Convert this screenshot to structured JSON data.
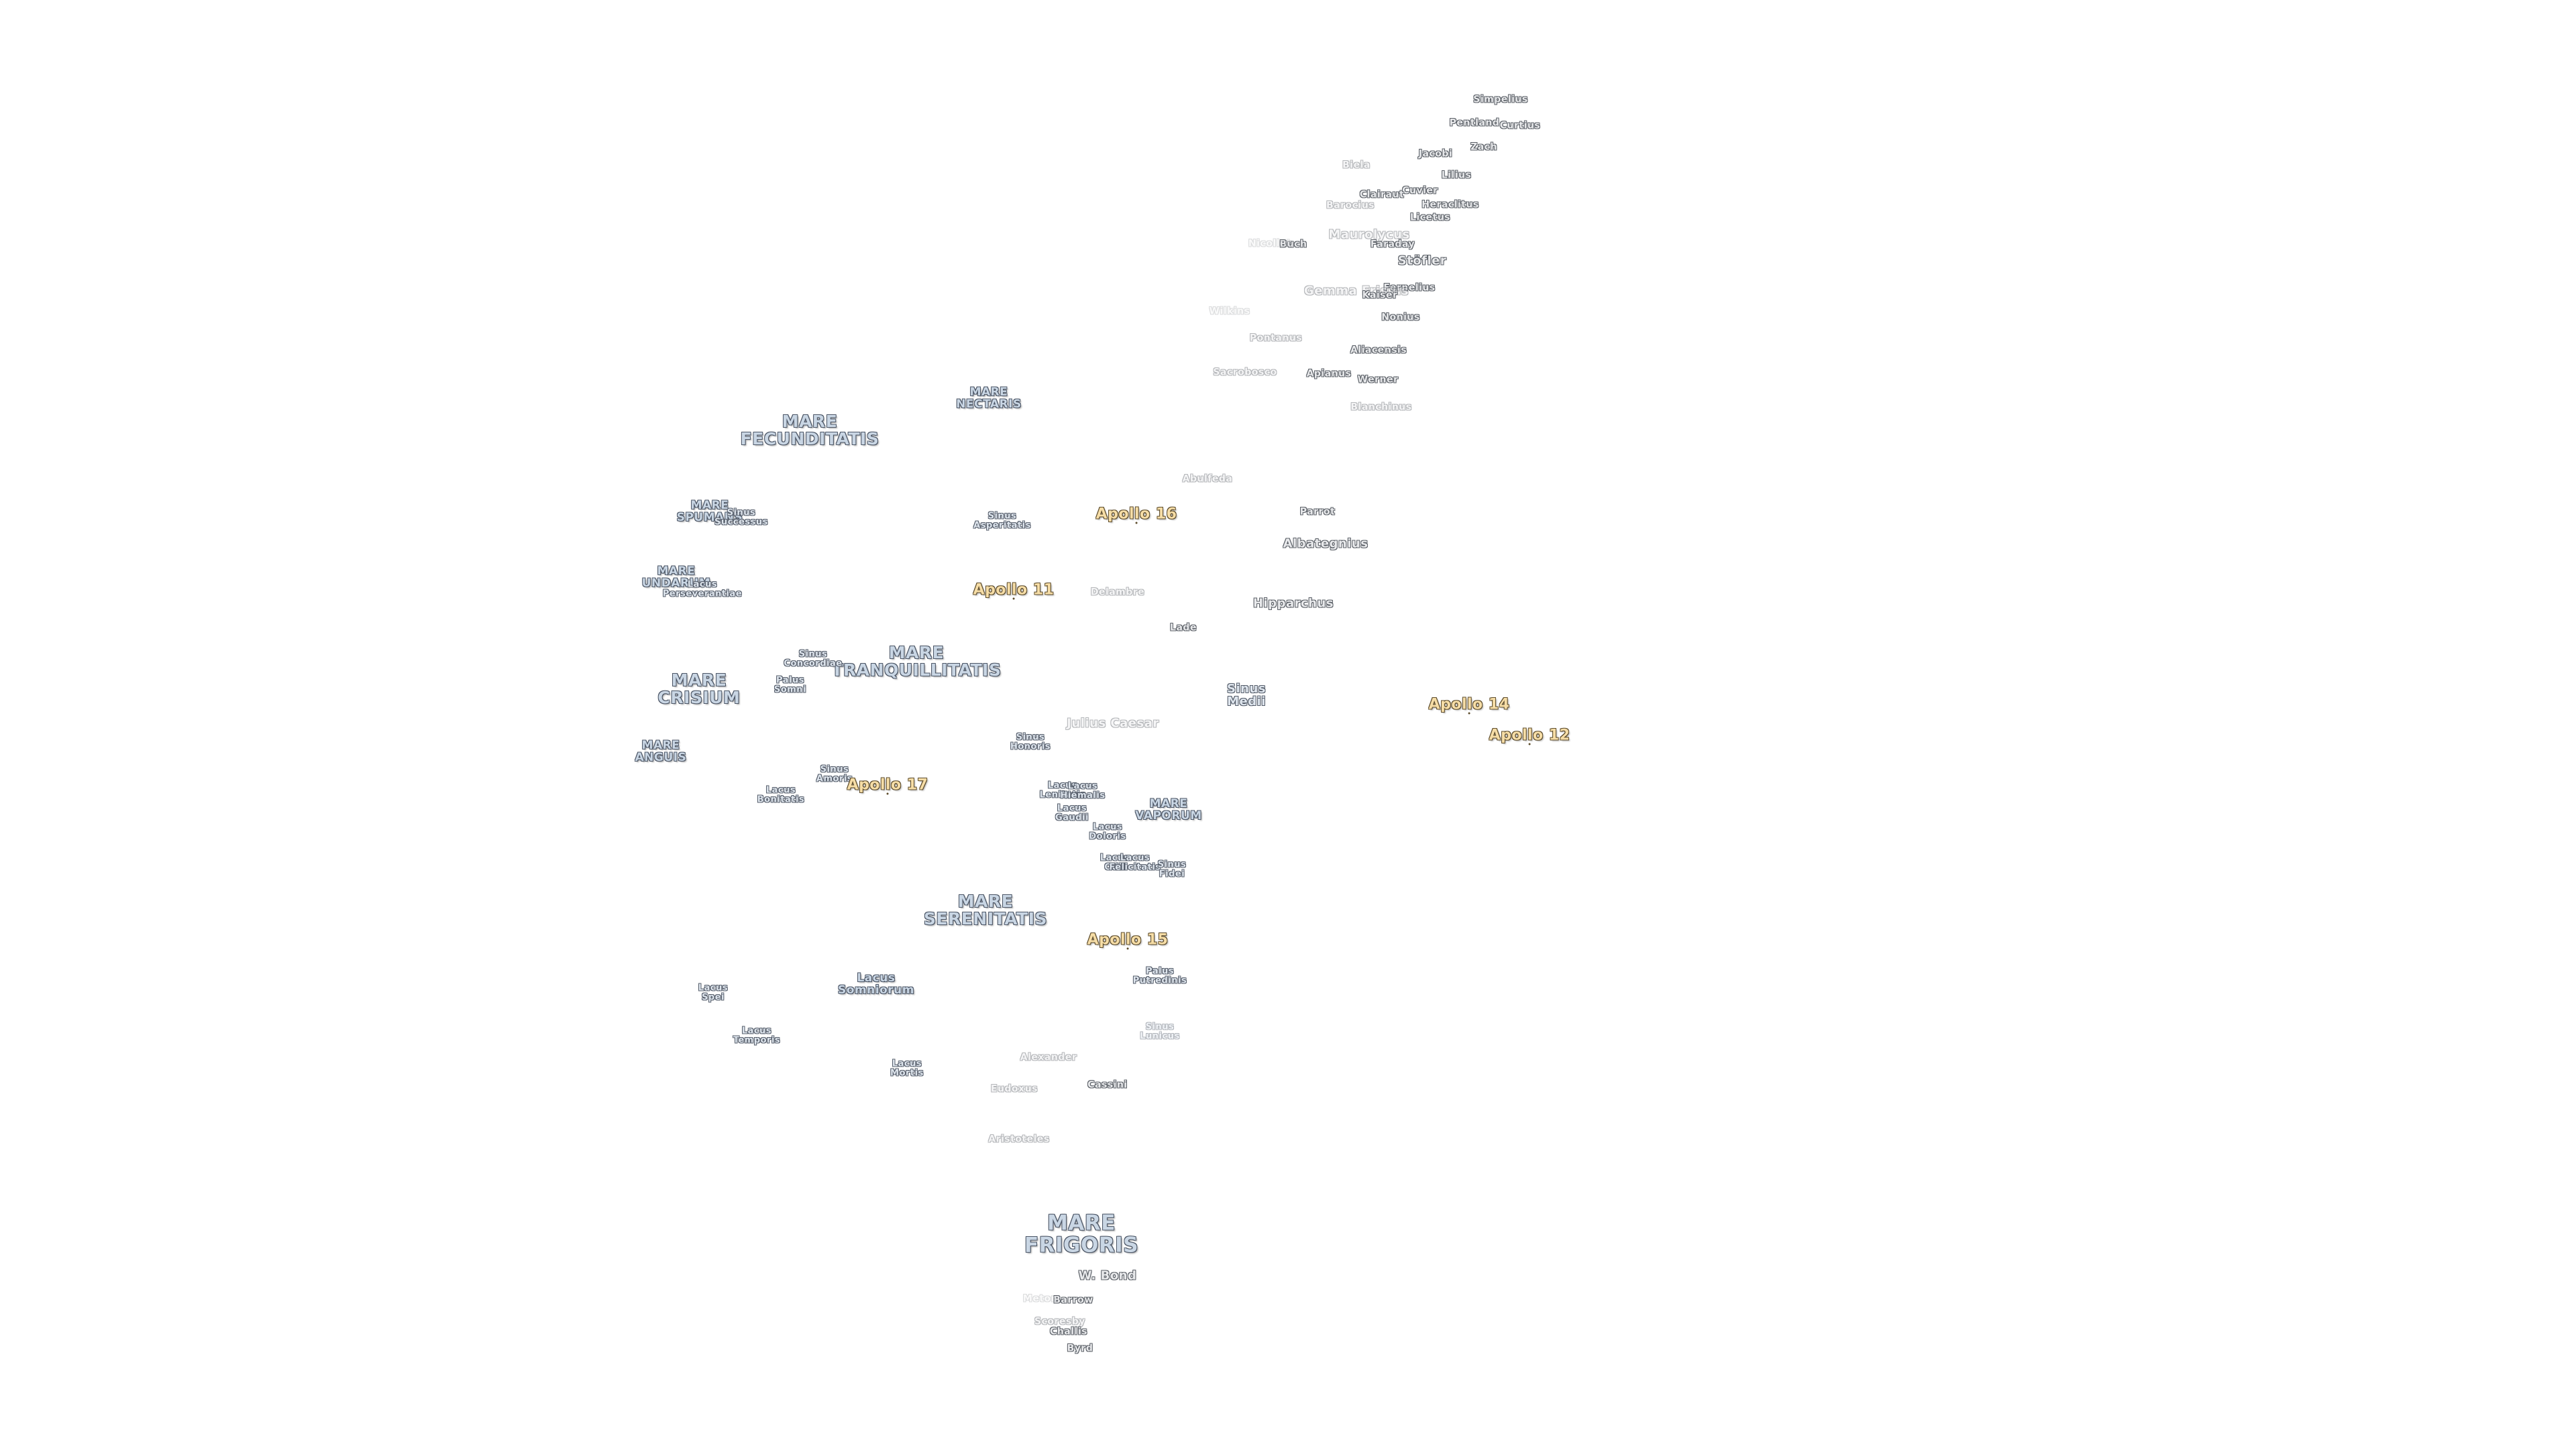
{
  "map": {
    "maria": {
      "fecunditatis": "MARE\nFECUNDITATIS",
      "nectaris": "MARE\nNECTARIS",
      "spumans": "MARE\nSPUMANS",
      "undarum": "MARE\nUNDARUM",
      "tranquillitatis": "MARE\nTRANQUILLITATIS",
      "crisium": "MARE\nCRISIUM",
      "anguis": "MARE\nANGUIS",
      "vaporum": "MARE\nVAPORUM",
      "serenitatis": "MARE\nSERENITATIS",
      "frigoris": "MARE\nFRIGORIS"
    },
    "features": {
      "sinus_successus": "Sinus\nSuccessus",
      "sinus_asperitatis": "Sinus\nAsperitatis",
      "lacus_perseverantiae": "Lacus\nPerseverantiae",
      "sinus_concordiae": "Sinus\nConcordiae",
      "palus_somni": "Palus\nSomni",
      "sinus_medii": "Sinus\nMedii",
      "sinus_honoris": "Sinus\nHonoris",
      "sinus_amoris": "Sinus\nAmoris",
      "lacus_bonitatis": "Lacus\nBonitatis",
      "lacus_lenitatis": "Lacus\nLenitatis",
      "lacus_hiemalis": "Lacus\nHiemalis",
      "lacus_gaudii": "Lacus\nGaudii",
      "lacus_doloris": "Lacus\nDoloris",
      "lacus_odii": "Lacus\nOdii",
      "lacus_felicitatis": "Lacus\nFelicitatis",
      "sinus_fidei": "Sinus\nFidei",
      "palus_putredinis": "Palus\nPutredinis",
      "lacus_somniorum": "Lacus\nSomniorum",
      "lacus_spei": "Lacus\nSpei",
      "lacus_temporis": "Lacus\nTemporis",
      "sinus_lunicus": "Sinus\nLunicus",
      "lacus_mortis": "Lacus\nMortis"
    },
    "apollo": {
      "a16": "Apollo 16",
      "a11": "Apollo 11",
      "a14": "Apollo 14",
      "a12": "Apollo 12",
      "a17": "Apollo 17",
      "a15": "Apollo 15"
    },
    "craters": {
      "simpelius": "Simpelius",
      "pentland": "Pentland",
      "curtius": "Curtius",
      "zach": "Zach",
      "jacobi": "Jacobi",
      "biela": "Biela",
      "lilius": "Lilius",
      "cuvier": "Cuvier",
      "clairaut": "Clairaut",
      "barocius": "Barocius",
      "heraclitus": "Heraclitus",
      "licetus": "Licetus",
      "maurolycus": "Maurolycus",
      "faraday": "Faraday",
      "stofler": "Stöfler",
      "buch": "Buch",
      "nicollet": "Nicollet",
      "fernelius": "Fernelius",
      "gemma_frisius": "Gemma Frisius",
      "kaiser": "Kaiser",
      "nonius": "Nonius",
      "wilkins": "Wilkins",
      "pontanus": "Pontanus",
      "aliacensis": "Aliacensis",
      "sacrobosco": "Sacrobosco",
      "apianus": "Apianus",
      "werner": "Werner",
      "blanchinus": "Blanchinus",
      "abulfeda": "Abulfeda",
      "parrot": "Parrot",
      "albategnius": "Albategnius",
      "delambre": "Delambre",
      "hipparchus": "Hipparchus",
      "lade": "Lade",
      "julius_caesar": "Julius Caesar",
      "alexander": "Alexander",
      "cassini": "Cassini",
      "eudoxus": "Eudoxus",
      "aristoteles": "Aristoteles",
      "w_bond": "W. Bond",
      "barrow": "Barrow",
      "meton": "Meton",
      "scoresby": "Scoresby",
      "challis": "Challis",
      "byrd": "Byrd"
    }
  }
}
